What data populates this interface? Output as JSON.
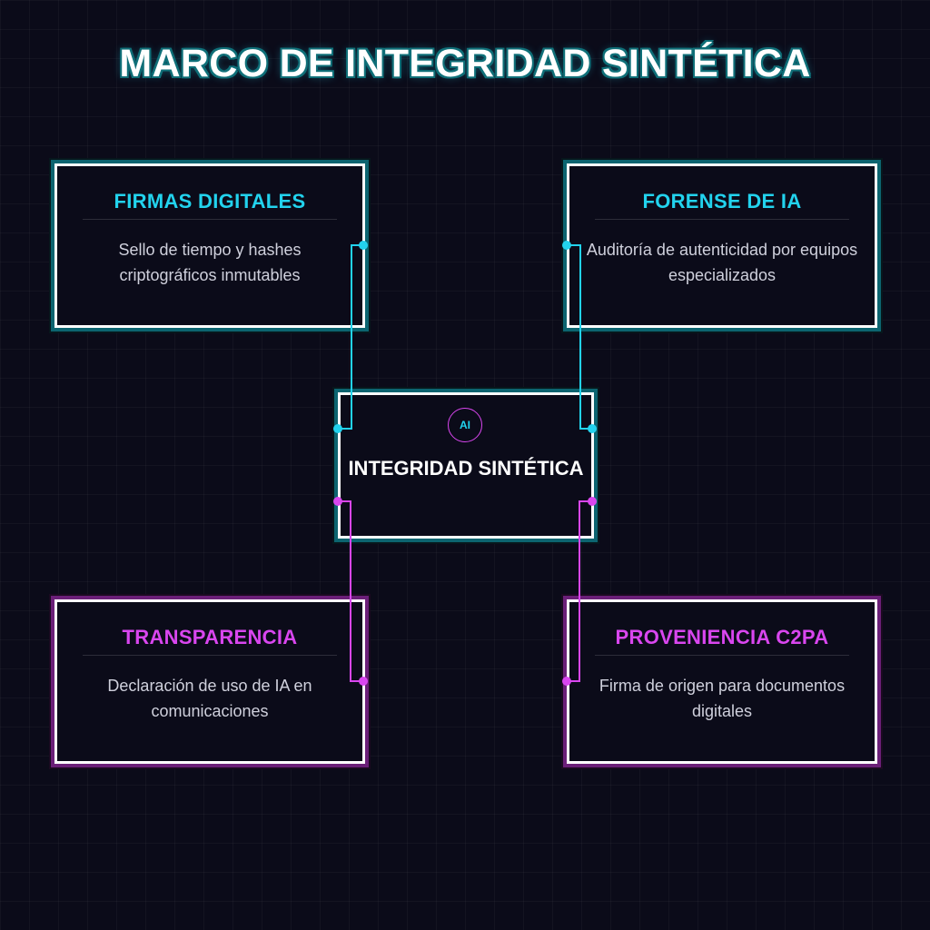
{
  "title": "MARCO DE INTEGRIDAD SINTÉTICA",
  "center": {
    "badge": "AI",
    "label": "INTEGRIDAD SINTÉTICA"
  },
  "nodes": {
    "firmas": {
      "title": "FIRMAS DIGITALES",
      "description": "Sello de tiempo y hashes criptográficos inmutables"
    },
    "forense": {
      "title": "FORENSE DE IA",
      "description": "Auditoría de autenticidad por equipos especializados"
    },
    "transparencia": {
      "title": "TRANSPARENCIA",
      "description": "Declaración de uso de IA en comunicaciones"
    },
    "proveniencia": {
      "title": "PROVENIENCIA C2PA",
      "description": "Firma de origen para documentos digitales"
    }
  },
  "colors": {
    "accent_cyan": "#22d3ee",
    "accent_magenta": "#d946ef",
    "background": "#0b0b19"
  }
}
